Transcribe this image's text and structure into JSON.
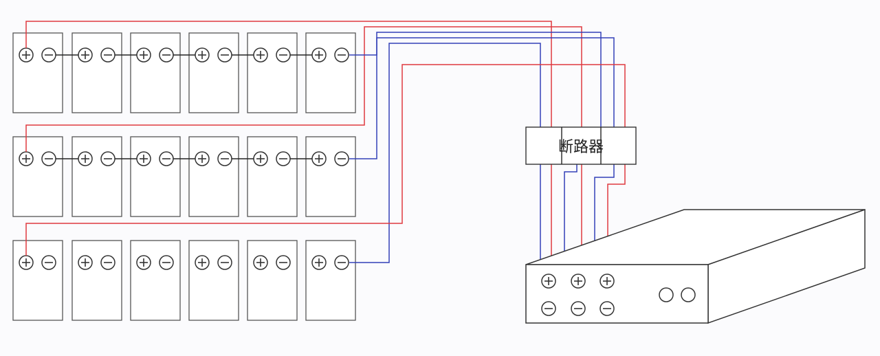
{
  "breaker": {
    "label": "断路器"
  },
  "colors": {
    "positive": "#e0393e",
    "negative": "#3340b8",
    "outline": "#333333"
  },
  "icons": {
    "positive": "plus-terminal-icon",
    "negative": "minus-terminal-icon",
    "ups_port": "round-port-icon"
  },
  "battery_bank": {
    "rows": 3,
    "per_row": 6,
    "wiring": "series"
  },
  "ups": {
    "channels": 3
  }
}
